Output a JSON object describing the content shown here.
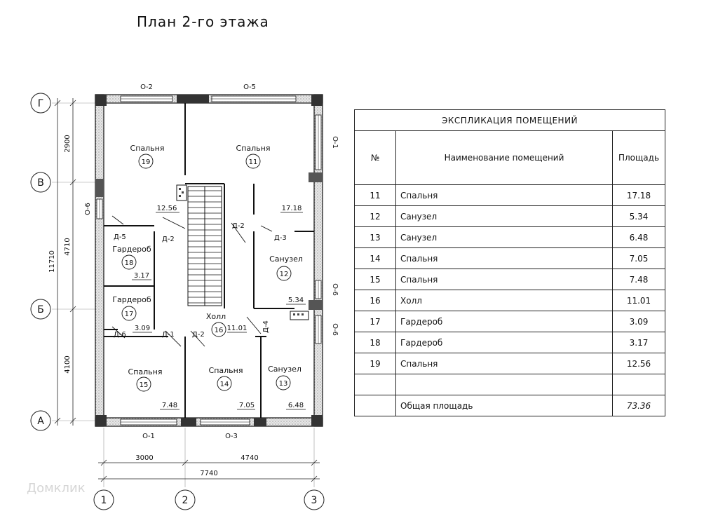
{
  "title": "План 2-го этажа",
  "axes": {
    "rows": [
      "Г",
      "В",
      "Б",
      "А"
    ],
    "cols": [
      "1",
      "2",
      "3"
    ]
  },
  "dimensions": {
    "v_2900": "2900",
    "v_4710": "4710",
    "v_4100": "4100",
    "v_11710": "11710",
    "h_3000": "3000",
    "h_4740": "4740",
    "h_7740": "7740"
  },
  "openings": {
    "top_left": "О-2",
    "top_right": "О-5",
    "right_top": "О-1",
    "right_mid": "О-6",
    "right_low": "О-6",
    "left_mid": "О-6",
    "bottom_left": "О-1",
    "bottom_right": "О-3"
  },
  "doors": {
    "d5": "Д-5",
    "d2_a": "Д-2",
    "d2_b": "Д-2",
    "d3": "Д-3",
    "d6": "Д-6",
    "d1": "Д-1",
    "d2_c": "Д-2",
    "d4": "Д-4"
  },
  "rooms": [
    {
      "id": "r19",
      "name": "Спальня",
      "num": "19",
      "area": "12.56"
    },
    {
      "id": "r11",
      "name": "Спальня",
      "num": "11",
      "area": "17.18"
    },
    {
      "id": "r18",
      "name": "Гардероб",
      "num": "18",
      "area": "3.17"
    },
    {
      "id": "r17",
      "name": "Гардероб",
      "num": "17",
      "area": "3.09"
    },
    {
      "id": "r12",
      "name": "Санузел",
      "num": "12",
      "area": "5.34"
    },
    {
      "id": "r16",
      "name": "Холл",
      "num": "16",
      "area": "11.01"
    },
    {
      "id": "r15",
      "name": "Спальня",
      "num": "15",
      "area": "7.48"
    },
    {
      "id": "r14",
      "name": "Спальня",
      "num": "14",
      "area": "7.05"
    },
    {
      "id": "r13",
      "name": "Санузел",
      "num": "13",
      "area": "6.48"
    }
  ],
  "explication": {
    "title": "ЭКСПЛИКАЦИЯ ПОМЕЩЕНИЙ",
    "col_num": "№",
    "col_name": "Наименование помещений",
    "col_area": "Площадь",
    "rows": [
      {
        "num": "11",
        "name": "Спальня",
        "area": "17.18"
      },
      {
        "num": "12",
        "name": "Санузел",
        "area": "5.34"
      },
      {
        "num": "13",
        "name": "Санузел",
        "area": "6.48"
      },
      {
        "num": "14",
        "name": "Спальня",
        "area": "7.05"
      },
      {
        "num": "15",
        "name": "Спальня",
        "area": "7.48"
      },
      {
        "num": "16",
        "name": "Холл",
        "area": "11.01"
      },
      {
        "num": "17",
        "name": "Гардероб",
        "area": "3.09"
      },
      {
        "num": "18",
        "name": "Гардероб",
        "area": "3.17"
      },
      {
        "num": "19",
        "name": "Спальня",
        "area": "12.56"
      },
      {
        "num": "",
        "name": "",
        "area": ""
      }
    ],
    "total_label": "Общая площадь",
    "total_value": "73.36"
  },
  "watermark": "Домклик"
}
